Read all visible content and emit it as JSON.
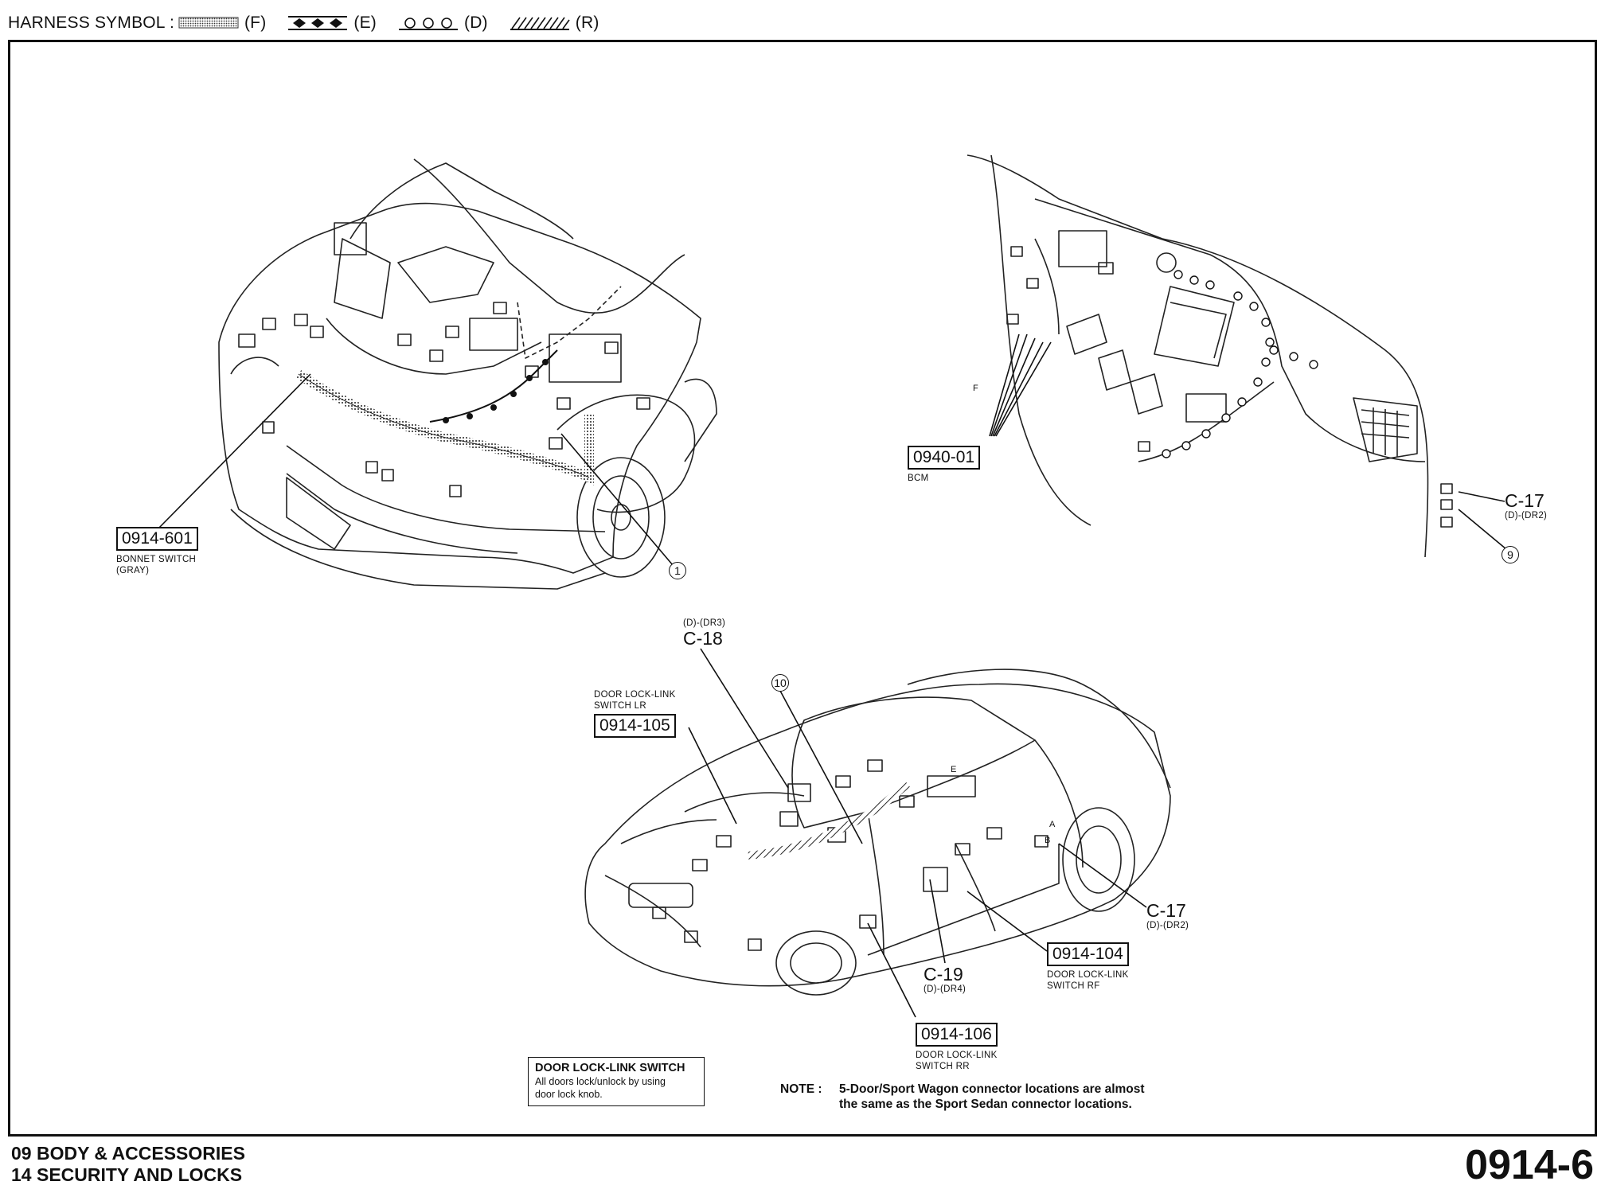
{
  "legend": {
    "label": "HARNESS SYMBOL :",
    "codes": [
      "(F)",
      "(E)",
      "(D)",
      "(R)"
    ]
  },
  "callouts": {
    "c0914_601": {
      "id": "0914-601",
      "desc1": "BONNET SWITCH",
      "desc2": "(GRAY)"
    },
    "c0940_01": {
      "id": "0940-01",
      "desc1": "BCM"
    },
    "c0914_105": {
      "id": "0914-105",
      "desc1": "DOOR LOCK-LINK",
      "desc2": "SWITCH LR"
    },
    "c0914_104": {
      "id": "0914-104",
      "desc1": "DOOR LOCK-LINK",
      "desc2": "SWITCH RF"
    },
    "c0914_106": {
      "id": "0914-106",
      "desc1": "DOOR LOCK-LINK",
      "desc2": "SWITCH RR"
    }
  },
  "connectors": {
    "c17_top": {
      "name": "C-17",
      "code": "(D)-(DR2)"
    },
    "c18": {
      "name": "C-18",
      "code": "(D)-(DR3)"
    },
    "c17_bottom": {
      "name": "C-17",
      "code": "(D)-(DR2)"
    },
    "c19": {
      "name": "C-19",
      "code": "(D)-(DR4)"
    }
  },
  "markers": {
    "m1": "1",
    "m9": "9",
    "m10": "10",
    "tagF": "F",
    "tagE": "E",
    "tagA": "A",
    "tagB": "B"
  },
  "info_box": {
    "title": "DOOR LOCK-LINK SWITCH",
    "body1": "All doors lock/unlock by using",
    "body2": "door lock knob."
  },
  "note": {
    "label": "NOTE :",
    "line1": "5-Door/Sport Wagon connector locations are almost",
    "line2": "the same as the Sport Sedan connector locations."
  },
  "footer": {
    "line1": "09  BODY & ACCESSORIES",
    "line2": "14  SECURITY AND LOCKS",
    "page": "0914-6"
  }
}
